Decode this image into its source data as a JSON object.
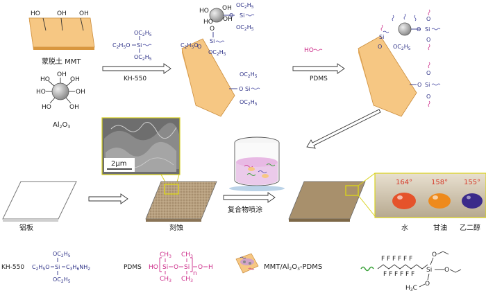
{
  "labels": {
    "mmt": "蒙脱土 MMT",
    "al2o3": "Al",
    "al2o3_sub2": "2",
    "al2o3_o": "O",
    "al2o3_sub3": "3",
    "step1_reagent": "KH-550",
    "step2_reagent": "PDMS",
    "pdms_end": "HO",
    "scale": "2μm",
    "aluminum_plate": "铝板",
    "etching": "刻蚀",
    "spray_coating": "复合物喷涂",
    "water": "水",
    "glycerol": "甘油",
    "ethylene_glycol": "乙二醇",
    "angle_water": "164°",
    "angle_glycerol": "158°",
    "angle_glycol": "155°",
    "legend_kh550": "KH-550",
    "legend_pdms": "PDMS",
    "legend_composite": "MMT/Al",
    "legend_composite_2": "2",
    "legend_composite_o": "O",
    "legend_composite_3": "3",
    "legend_composite_tail": "-PDMS",
    "ho": "HO",
    "oh": "OH",
    "o": "O",
    "si": "Si",
    "h": "H",
    "n": "n",
    "f": "F",
    "c2h5o": "C",
    "c": "C",
    "h5": "H",
    "sub2": "2",
    "sub5": "5",
    "sub3": "3",
    "sub6": "6",
    "och": "OC",
    "ch": "CH",
    "nh": "NH",
    "h3c": "H",
    "h3c_c": "C",
    "och2h5": "OC",
    "h5_o": "O"
  },
  "colors": {
    "mmt_fill": "#f6c783",
    "mmt_edge": "#c98b3a",
    "al_sphere": "#b9b9b9",
    "chem_blue": "#2b2f86",
    "pdms_pink": "#cc2a88",
    "angle_red": "#d63a2a",
    "water_drop": "#e5532b",
    "glycerol_drop": "#ee8a1c",
    "glycol_drop": "#3a2a8a",
    "etched_surface": "#b09473",
    "sem_inset_border": "#d9d21c"
  }
}
